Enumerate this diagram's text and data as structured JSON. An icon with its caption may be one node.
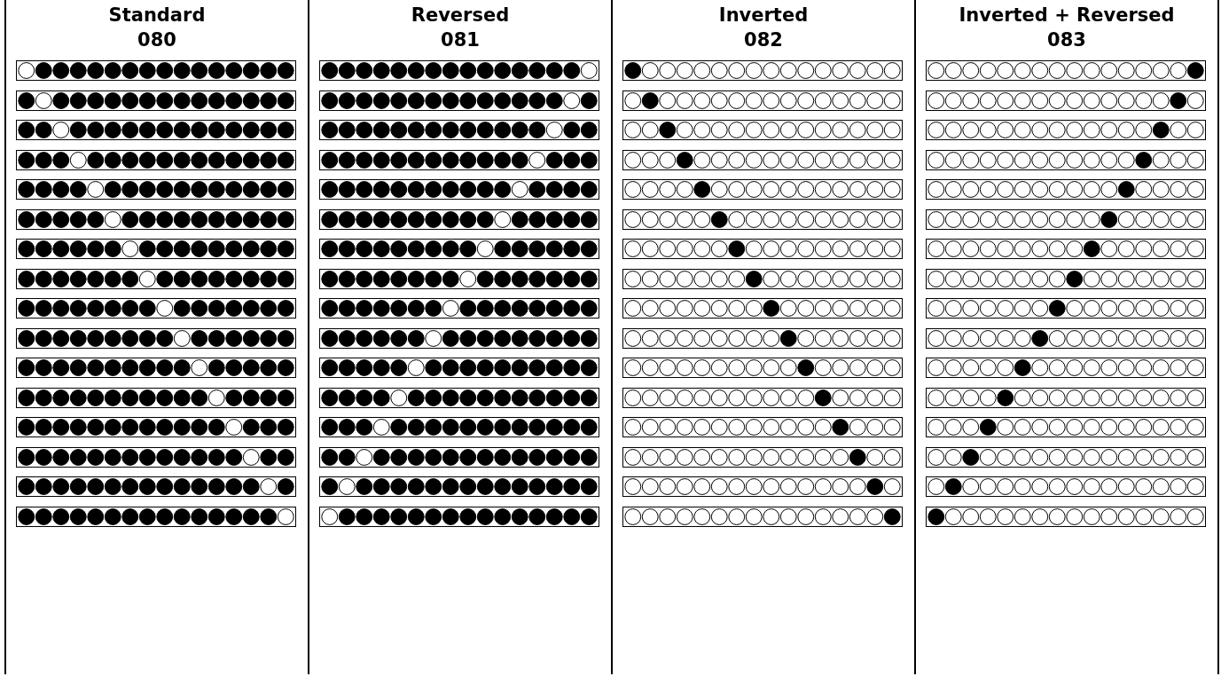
{
  "diagram": {
    "nodes": [
      {
        "text": [
          "Standard",
          "080"
        ]
      },
      {
        "text": [
          "Reversed",
          "081"
        ]
      },
      {
        "text": [
          "Inverted",
          "082"
        ]
      },
      {
        "text": [
          "Inverted + Reversed",
          "083"
        ]
      },
      {
        "text": [],
        "shape": "bar",
        "in": 0
      },
      {
        "text": [],
        "shape": "bar",
        "in": 0
      },
      {
        "text": [],
        "shape": "bar",
        "in": 0
      },
      {
        "text": [],
        "shape": "bar",
        "in": 0
      },
      {
        "text": [],
        "shape": "bar",
        "in": 0
      },
      {
        "text": [],
        "shape": "bar",
        "in": 0
      },
      {
        "text": [],
        "shape": "bar",
        "in": 0
      },
      {
        "text": [],
        "shape": "bar",
        "in": 0
      },
      {
        "text": [],
        "shape": "bar",
        "in": 0
      },
      {
        "text": [],
        "shape": "bar",
        "in": 0
      },
      {
        "text": [],
        "shape": "bar",
        "in": 0
      },
      {
        "text": [],
        "shape": "bar",
        "in": 0
      },
      {
        "text": [],
        "shape": "bar",
        "in": 0
      },
      {
        "text": [],
        "shape": "bar",
        "in": 0
      },
      {
        "text": [],
        "shape": "bar",
        "in": 0
      },
      {
        "text": [],
        "shape": "bar",
        "in": 0
      },
      {
        "text": [],
        "shape": "bar",
        "in": 1
      },
      {
        "text": [],
        "shape": "bar",
        "in": 1
      },
      {
        "text": [],
        "shape": "bar",
        "in": 1
      },
      {
        "text": [],
        "shape": "bar",
        "in": 1
      },
      {
        "text": [],
        "shape": "bar",
        "in": 1
      },
      {
        "text": [],
        "shape": "bar",
        "in": 1
      },
      {
        "text": [],
        "shape": "bar",
        "in": 1
      },
      {
        "text": [],
        "shape": "bar",
        "in": 1
      },
      {
        "text": [],
        "shape": "bar",
        "in": 1
      },
      {
        "text": [],
        "shape": "bar",
        "in": 1
      },
      {
        "text": [],
        "shape": "bar",
        "in": 1
      },
      {
        "text": [],
        "shape": "bar",
        "in": 1
      },
      {
        "text": [],
        "shape": "bar",
        "in": 1
      },
      {
        "text": [],
        "shape": "bar",
        "in": 1
      },
      {
        "text": [],
        "shape": "bar",
        "in": 1
      },
      {
        "text": [],
        "shape": "bar",
        "in": 1
      },
      {
        "text": [],
        "shape": "bar",
        "in": 2
      },
      {
        "text": [],
        "shape": "bar",
        "in": 2
      },
      {
        "text": [],
        "shape": "bar",
        "in": 2
      },
      {
        "text": [],
        "shape": "bar",
        "in": 2
      },
      {
        "text": [],
        "shape": "bar",
        "in": 2
      },
      {
        "text": [],
        "shape": "bar",
        "in": 2
      },
      {
        "text": [],
        "shape": "bar",
        "in": 2
      },
      {
        "text": [],
        "shape": "bar",
        "in": 2
      },
      {
        "text": [],
        "shape": "bar",
        "in": 2
      },
      {
        "text": [],
        "shape": "bar",
        "in": 2
      },
      {
        "text": [],
        "shape": "bar",
        "in": 2
      },
      {
        "text": [],
        "shape": "bar",
        "in": 2
      },
      {
        "text": [],
        "shape": "bar",
        "in": 2
      },
      {
        "text": [],
        "shape": "bar",
        "in": 2
      },
      {
        "text": [],
        "shape": "bar",
        "in": 2
      },
      {
        "text": [],
        "shape": "bar",
        "in": 2
      },
      {
        "text": [],
        "shape": "bar",
        "in": 3
      },
      {
        "text": [],
        "shape": "bar",
        "in": 3
      },
      {
        "text": [],
        "shape": "bar",
        "in": 3
      },
      {
        "text": [],
        "shape": "bar",
        "in": 3
      },
      {
        "text": [],
        "shape": "bar",
        "in": 3
      },
      {
        "text": [],
        "shape": "bar",
        "in": 3
      },
      {
        "text": [],
        "shape": "bar",
        "in": 3
      },
      {
        "text": [],
        "shape": "bar",
        "in": 3
      },
      {
        "text": [],
        "shape": "bar",
        "in": 3
      },
      {
        "text": [],
        "shape": "bar",
        "in": 3
      },
      {
        "text": [],
        "shape": "bar",
        "in": 3
      },
      {
        "text": [],
        "shape": "bar",
        "in": 3
      },
      {
        "text": [],
        "shape": "bar",
        "in": 3
      },
      {
        "text": [],
        "shape": "bar",
        "in": 3
      },
      {
        "text": [],
        "shape": "bar",
        "in": 3
      },
      {
        "text": [],
        "shape": "bar",
        "in": 3
      }
    ]
  }
}
